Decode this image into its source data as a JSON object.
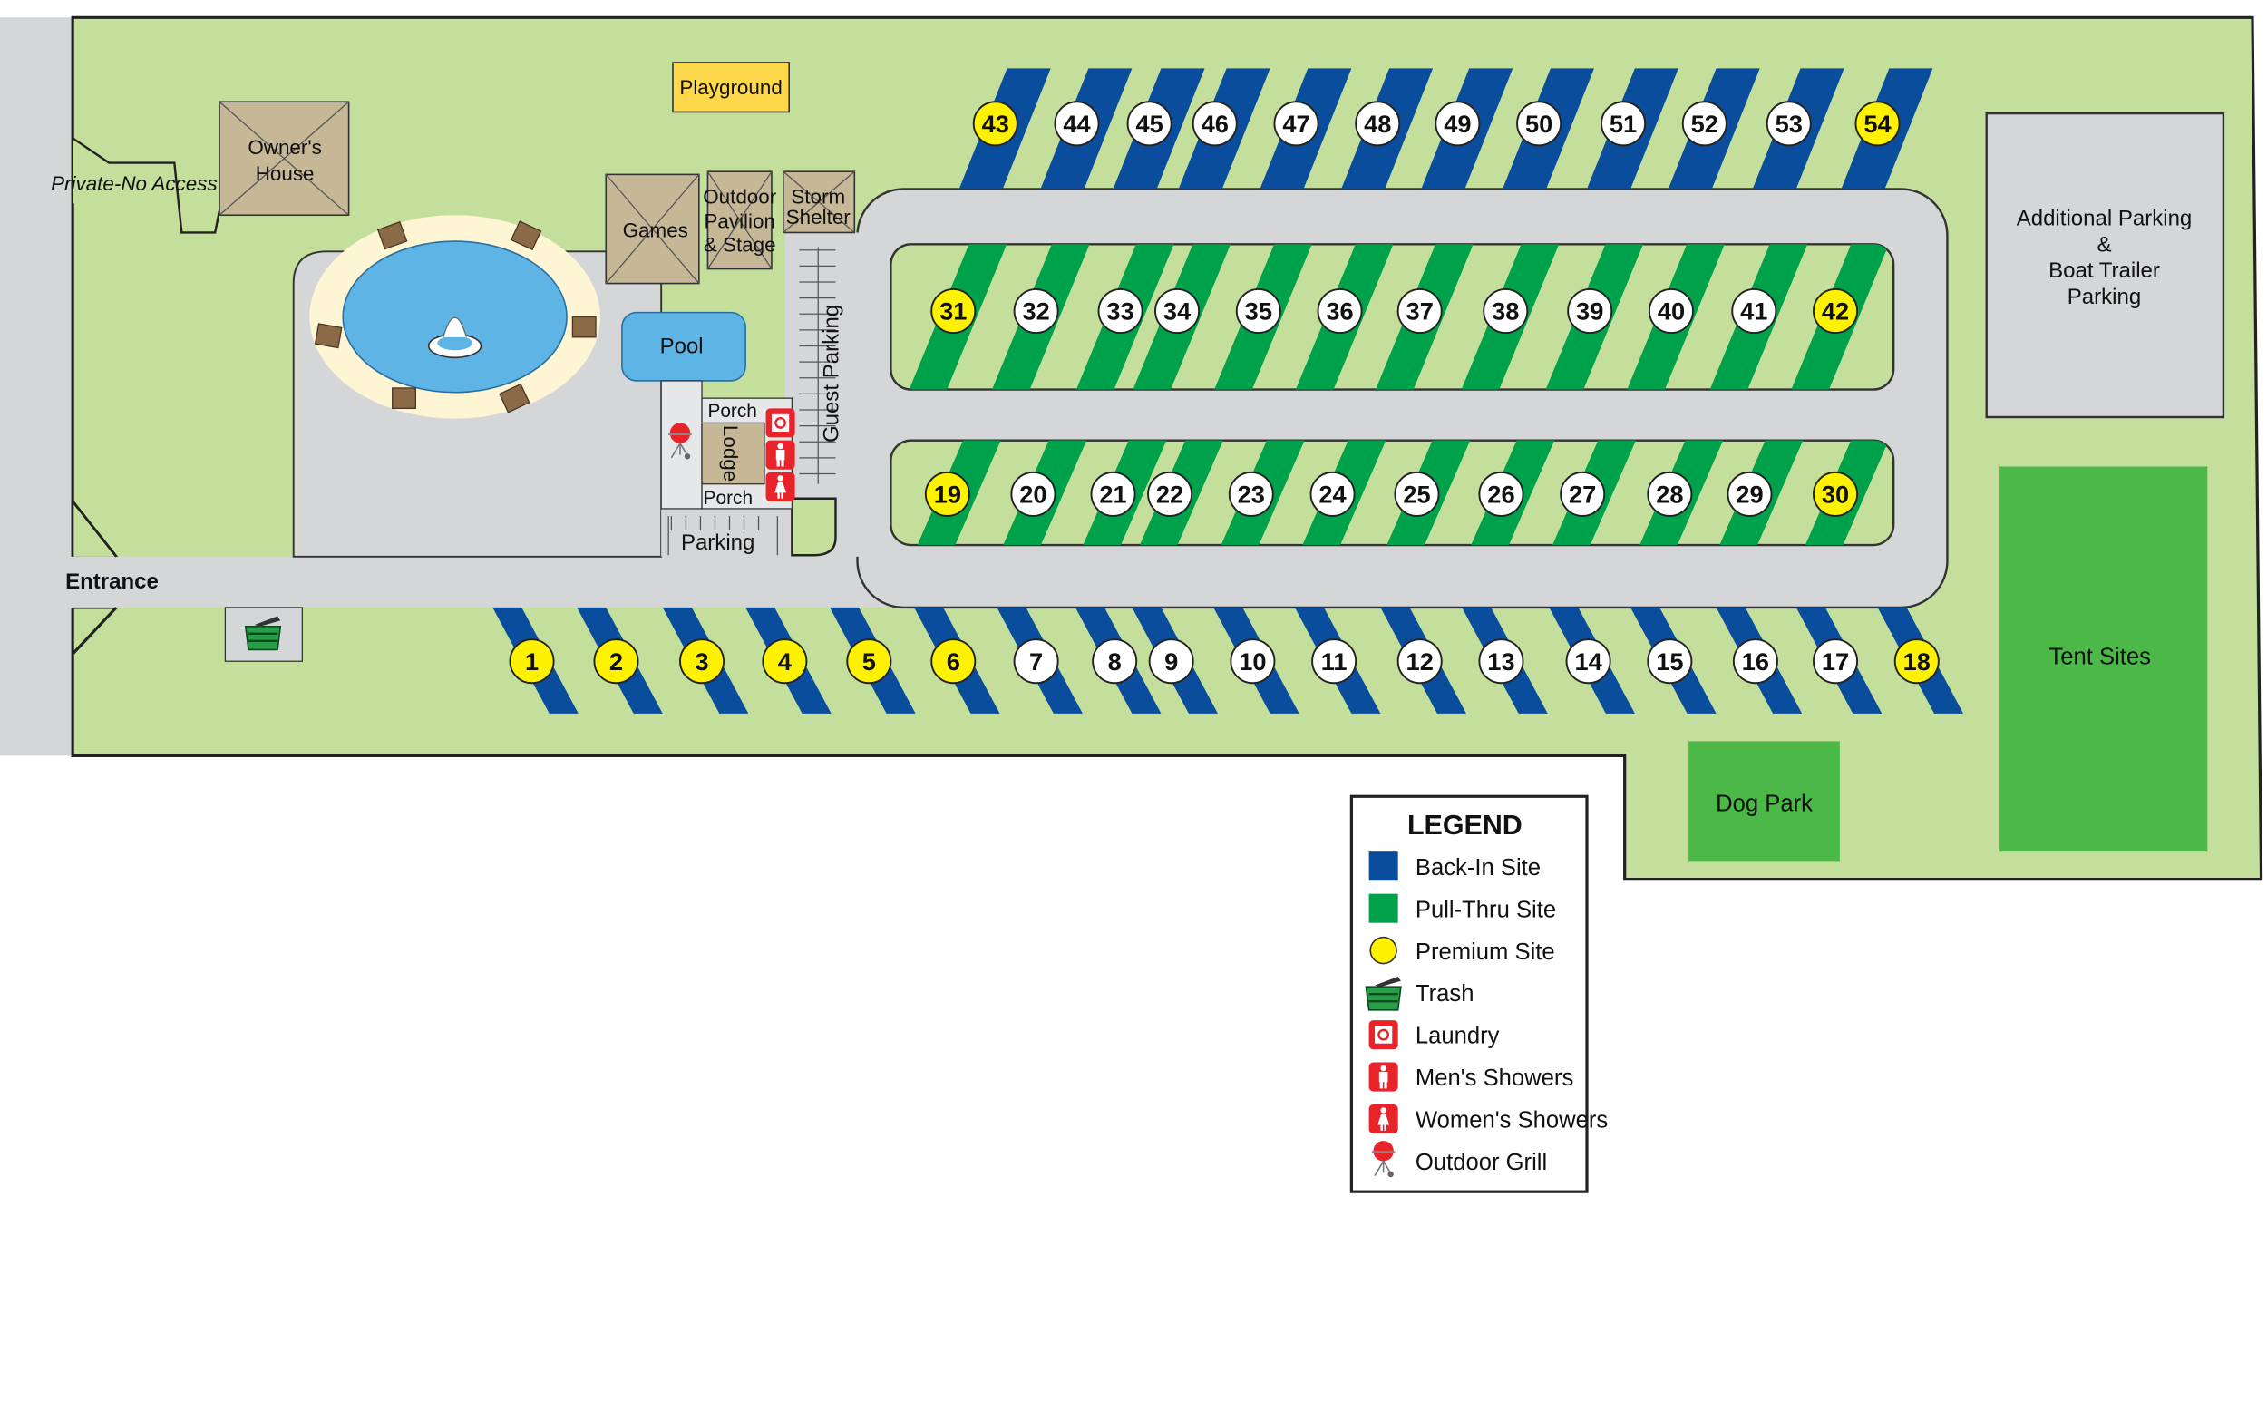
{
  "map": {
    "labels": {
      "owners_house_1": "Owner's",
      "owners_house_2": "House",
      "private_access": "Private-No Access",
      "entrance": "Entrance",
      "playground": "Playground",
      "games": "Games",
      "pavilion_1": "Outdoor",
      "pavilion_2": "Pavilion",
      "pavilion_3": "& Stage",
      "storm_1": "Storm",
      "storm_2": "Shelter",
      "pool": "Pool",
      "porch_top": "Porch",
      "porch_bottom": "Porch",
      "lodge": "Lodge",
      "guest_parking": "Guest Parking",
      "parking": "Parking",
      "additional_parking_1": "Additional Parking",
      "additional_parking_2": "&",
      "additional_parking_3": "Boat Trailer",
      "additional_parking_4": "Parking",
      "tent_sites": "Tent Sites",
      "dog_park": "Dog Park"
    },
    "colors": {
      "grass": "#c4df9b",
      "road": "#d5d6d8",
      "back_in": "#0a4d9c",
      "pull_thru": "#00a14b",
      "premium": "#fff200",
      "building": "#c6b796",
      "water": "#5db4e5",
      "tent": "#4cb848"
    },
    "rows": [
      {
        "name": "top-back-in",
        "type": "back-in",
        "sites": [
          {
            "n": "43",
            "premium": true
          },
          {
            "n": "44"
          },
          {
            "n": "45"
          },
          {
            "n": "46"
          },
          {
            "n": "47"
          },
          {
            "n": "48"
          },
          {
            "n": "49"
          },
          {
            "n": "50"
          },
          {
            "n": "51"
          },
          {
            "n": "52"
          },
          {
            "n": "53"
          },
          {
            "n": "54",
            "premium": true
          }
        ]
      },
      {
        "name": "upper-pull-thru",
        "type": "pull-thru",
        "sites": [
          {
            "n": "31",
            "premium": true
          },
          {
            "n": "32"
          },
          {
            "n": "33"
          },
          {
            "n": "34"
          },
          {
            "n": "35"
          },
          {
            "n": "36"
          },
          {
            "n": "37"
          },
          {
            "n": "38"
          },
          {
            "n": "39"
          },
          {
            "n": "40"
          },
          {
            "n": "41"
          },
          {
            "n": "42",
            "premium": true
          }
        ]
      },
      {
        "name": "lower-pull-thru",
        "type": "pull-thru",
        "sites": [
          {
            "n": "19",
            "premium": true
          },
          {
            "n": "20"
          },
          {
            "n": "21"
          },
          {
            "n": "22"
          },
          {
            "n": "23"
          },
          {
            "n": "24"
          },
          {
            "n": "25"
          },
          {
            "n": "26"
          },
          {
            "n": "27"
          },
          {
            "n": "28"
          },
          {
            "n": "29"
          },
          {
            "n": "30",
            "premium": true
          }
        ]
      },
      {
        "name": "bottom-back-in",
        "type": "back-in",
        "sites": [
          {
            "n": "1",
            "premium": true
          },
          {
            "n": "2",
            "premium": true
          },
          {
            "n": "3",
            "premium": true
          },
          {
            "n": "4",
            "premium": true
          },
          {
            "n": "5",
            "premium": true
          },
          {
            "n": "6",
            "premium": true
          },
          {
            "n": "7"
          },
          {
            "n": "8"
          },
          {
            "n": "9"
          },
          {
            "n": "10"
          },
          {
            "n": "11"
          },
          {
            "n": "12"
          },
          {
            "n": "13"
          },
          {
            "n": "14"
          },
          {
            "n": "15"
          },
          {
            "n": "16"
          },
          {
            "n": "17"
          },
          {
            "n": "18",
            "premium": true
          }
        ]
      }
    ]
  },
  "legend": {
    "title": "LEGEND",
    "items": [
      {
        "label": "Back-In Site",
        "icon": "blue-square"
      },
      {
        "label": "Pull-Thru Site",
        "icon": "green-square"
      },
      {
        "label": "Premium Site",
        "icon": "yellow-circle"
      },
      {
        "label": "Trash",
        "icon": "dumpster"
      },
      {
        "label": "Laundry",
        "icon": "washer"
      },
      {
        "label": "Men's Showers",
        "icon": "man"
      },
      {
        "label": "Women's Showers",
        "icon": "woman"
      },
      {
        "label": "Outdoor Grill",
        "icon": "grill"
      }
    ]
  }
}
